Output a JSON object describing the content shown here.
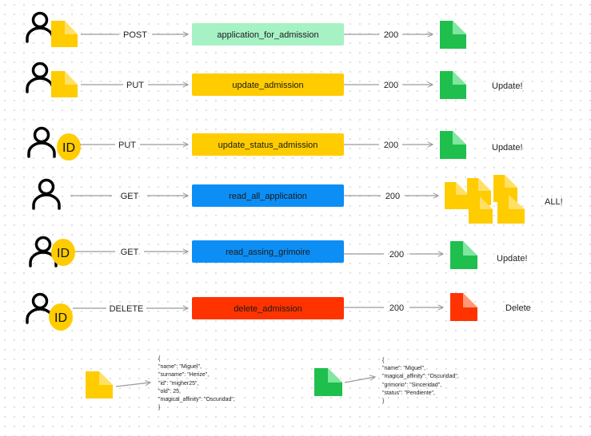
{
  "colors": {
    "green_light": "#a6f2c4",
    "yellow": "#ffcc00",
    "blue": "#0d8ef5",
    "red": "#ff3300",
    "doc_green": "#1fbf4d",
    "line": "#9a9a9a"
  },
  "rows": [
    {
      "method": "POST",
      "endpoint": "application_for_admission",
      "status": "200",
      "result": "",
      "client_icon": "user-document-icon",
      "response_icon": "green-document-icon"
    },
    {
      "method": "PUT",
      "endpoint": "update_admission",
      "status": "200",
      "result": "Update!",
      "client_icon": "user-document-icon",
      "response_icon": "green-document-icon"
    },
    {
      "method": "PUT",
      "endpoint": "update_status_admission",
      "status": "200",
      "result": "Update!",
      "client_icon": "user-id-icon",
      "id_label": "ID",
      "response_icon": "green-document-icon"
    },
    {
      "method": "GET",
      "endpoint": "read_all_application",
      "status": "200",
      "result": "ALL!",
      "client_icon": "user-icon",
      "response_icon": "yellow-documents-stack-icon"
    },
    {
      "method": "GET",
      "endpoint": "read_assing_grimoire",
      "status": "200",
      "result": "Update!",
      "client_icon": "user-id-icon",
      "id_label": "ID",
      "response_icon": "green-document-icon"
    },
    {
      "method": "DELETE",
      "endpoint": "delete_admission",
      "status": "200",
      "result": "Delete",
      "client_icon": "user-id-icon",
      "id_label": "ID",
      "response_icon": "red-document-icon"
    }
  ],
  "examples": {
    "application": {
      "icon": "yellow-document-icon",
      "lines": [
        "{",
        "\"name\": \"Miguel\",",
        "\"surname\": \"Herize\",",
        "\"id\": \"migher25\",",
        "\"old\": 25,",
        "\"magical_affinity\": \"Oscuridad\",",
        "}"
      ]
    },
    "grimoire": {
      "icon": "green-document-icon",
      "lines": [
        "{",
        "\"name\": \"Miguel\",",
        "\"magical_affinity\": \"Oscuridad\",",
        "\"grimorio\": \"Sinceridad\",",
        "\"status\": \"Pendiente\",",
        "}"
      ]
    }
  }
}
